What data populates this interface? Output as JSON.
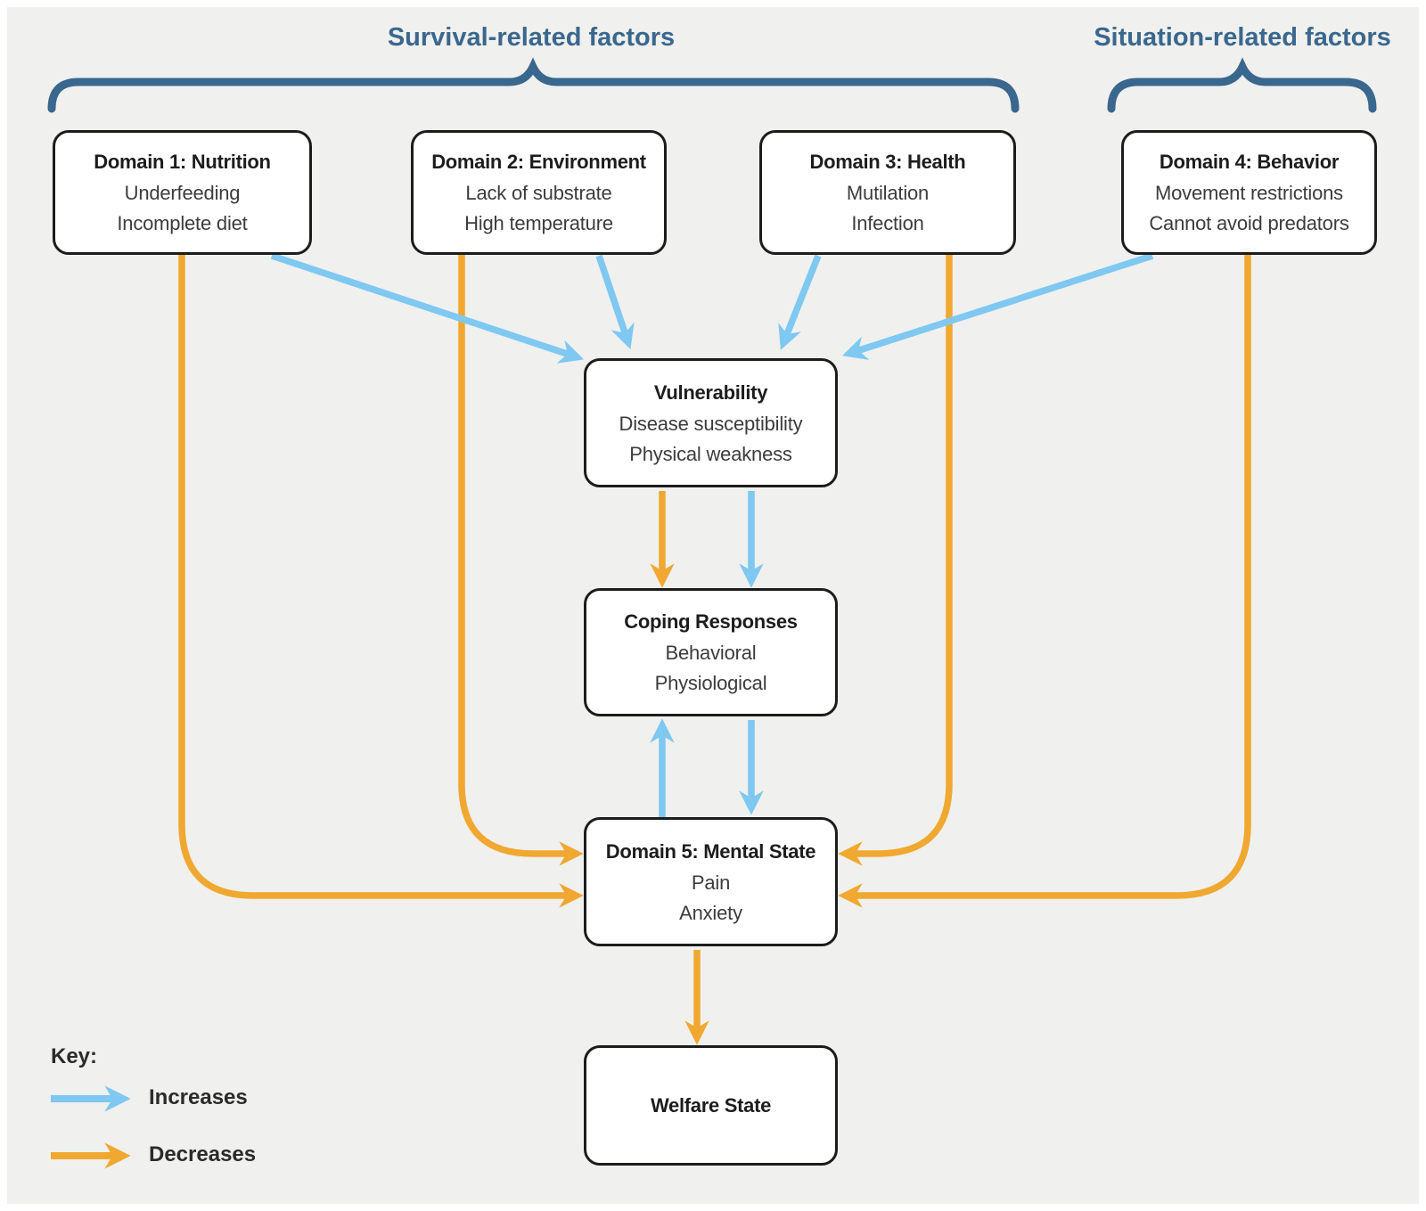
{
  "groups": {
    "survival": "Survival-related factors",
    "situation": "Situation-related factors"
  },
  "nodes": {
    "domain1": {
      "title": "Domain 1: Nutrition",
      "line1": "Underfeeding",
      "line2": "Incomplete diet"
    },
    "domain2": {
      "title": "Domain 2: Environment",
      "line1": "Lack of substrate",
      "line2": "High temperature"
    },
    "domain3": {
      "title": "Domain 3: Health",
      "line1": "Mutilation",
      "line2": "Infection"
    },
    "domain4": {
      "title": "Domain 4: Behavior",
      "line1": "Movement restrictions",
      "line2": "Cannot avoid predators"
    },
    "vulnerability": {
      "title": "Vulnerability",
      "line1": "Disease susceptibility",
      "line2": "Physical weakness"
    },
    "coping": {
      "title": "Coping Responses",
      "line1": "Behavioral",
      "line2": "Physiological"
    },
    "domain5": {
      "title": "Domain 5: Mental State",
      "line1": "Pain",
      "line2": "Anxiety"
    },
    "welfare": {
      "title": "Welfare State"
    }
  },
  "key": {
    "label": "Key:",
    "increases": "Increases",
    "decreases": "Decreases"
  },
  "edges": [
    {
      "from": "domain1",
      "to": "vulnerability",
      "type": "increases"
    },
    {
      "from": "domain2",
      "to": "vulnerability",
      "type": "increases"
    },
    {
      "from": "domain3",
      "to": "vulnerability",
      "type": "increases"
    },
    {
      "from": "domain4",
      "to": "vulnerability",
      "type": "increases"
    },
    {
      "from": "vulnerability",
      "to": "coping",
      "type": "decreases"
    },
    {
      "from": "vulnerability",
      "to": "coping",
      "type": "increases"
    },
    {
      "from": "coping",
      "to": "domain5",
      "type": "increases"
    },
    {
      "from": "domain5",
      "to": "coping",
      "type": "increases"
    },
    {
      "from": "domain1",
      "to": "domain5",
      "type": "decreases"
    },
    {
      "from": "domain2",
      "to": "domain5",
      "type": "decreases"
    },
    {
      "from": "domain3",
      "to": "domain5",
      "type": "decreases"
    },
    {
      "from": "domain4",
      "to": "domain5",
      "type": "decreases"
    },
    {
      "from": "domain5",
      "to": "welfare",
      "type": "decreases"
    }
  ],
  "colors": {
    "increase_arrow": "#7ec8f1",
    "decrease_arrow": "#f0a831",
    "brace": "#3a678e",
    "background": "#f0f0ee",
    "box_border": "#1c1c1c"
  }
}
